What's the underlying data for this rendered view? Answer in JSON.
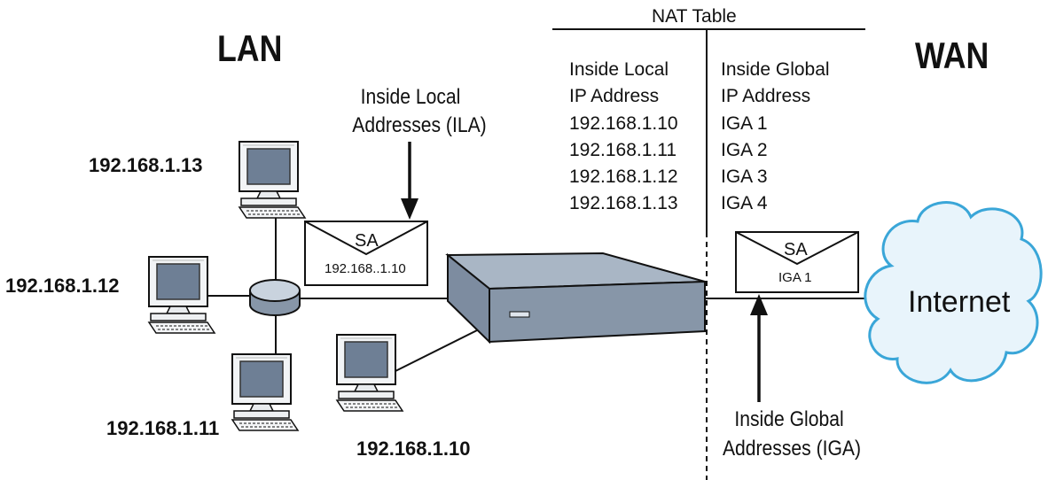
{
  "regions": {
    "lan": "LAN",
    "wan": "WAN"
  },
  "nat_table": {
    "title": "NAT Table",
    "headers": {
      "local": [
        "Inside Local",
        "IP Address"
      ],
      "global": [
        "Inside Global",
        "IP Address"
      ]
    },
    "rows": [
      {
        "local": "192.168.1.10",
        "global": "IGA 1"
      },
      {
        "local": "192.168.1.11",
        "global": "IGA 2"
      },
      {
        "local": "192.168.1.12",
        "global": "IGA 3"
      },
      {
        "local": "192.168.1.13",
        "global": "IGA 4"
      }
    ]
  },
  "hosts": {
    "pc13": "192.168.1.13",
    "pc12": "192.168.1.12",
    "pc11": "192.168.1.11",
    "pc10": "192.168.1.10"
  },
  "callouts": {
    "ila": [
      "Inside Local",
      "Addresses (ILA)"
    ],
    "iga": [
      "Inside Global",
      "Addresses (IGA)"
    ]
  },
  "packets": {
    "lan": {
      "label": "SA",
      "address": "192.168..1.10"
    },
    "wan": {
      "label": "SA",
      "address": "IGA 1"
    }
  },
  "cloud": {
    "label": "Internet"
  },
  "colors": {
    "monitor_screen": "#6e7f95",
    "device_top": "#a9b6c5",
    "device_side": "#8796a8",
    "cloud_fill": "#e8f4fb",
    "cloud_edge": "#3aa6d8",
    "line": "#111111"
  },
  "icons": [
    "computer-icon",
    "hub-icon",
    "router-icon",
    "envelope-icon",
    "cloud-icon",
    "arrow-icon"
  ]
}
